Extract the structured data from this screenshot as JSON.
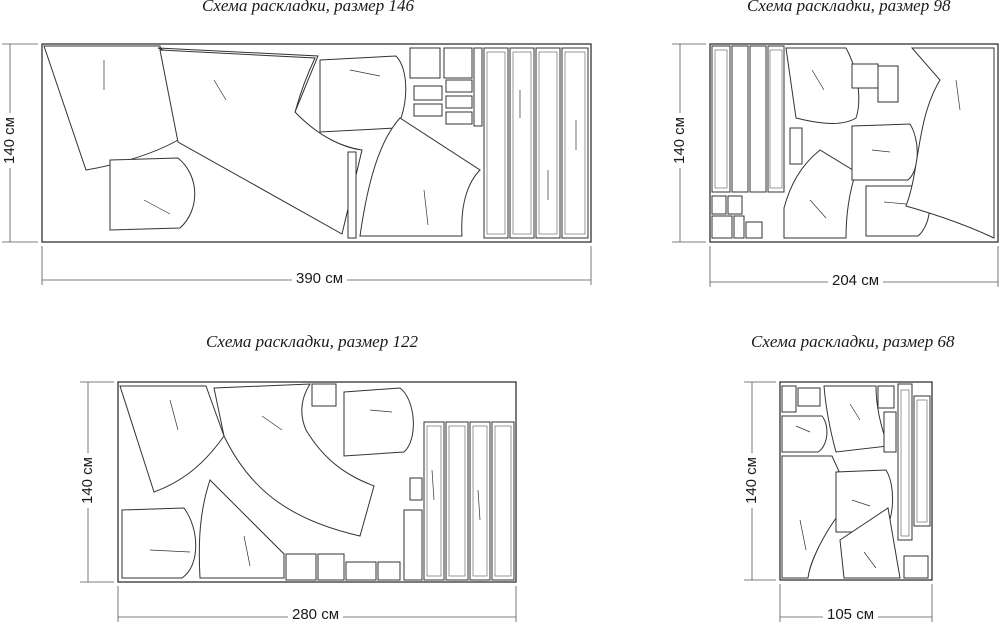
{
  "layouts": [
    {
      "title": "Схема раскладки, размер 146",
      "width_label": "390 см",
      "height_label": "140 см"
    },
    {
      "title": "Схема раскладки, размер 98",
      "width_label": "204 см",
      "height_label": "140 см"
    },
    {
      "title": "Схема раскладки, размер 122",
      "width_label": "280 см",
      "height_label": "140 см"
    },
    {
      "title": "Схема раскладки, размер 68",
      "width_label": "105 см",
      "height_label": "140 см"
    }
  ]
}
